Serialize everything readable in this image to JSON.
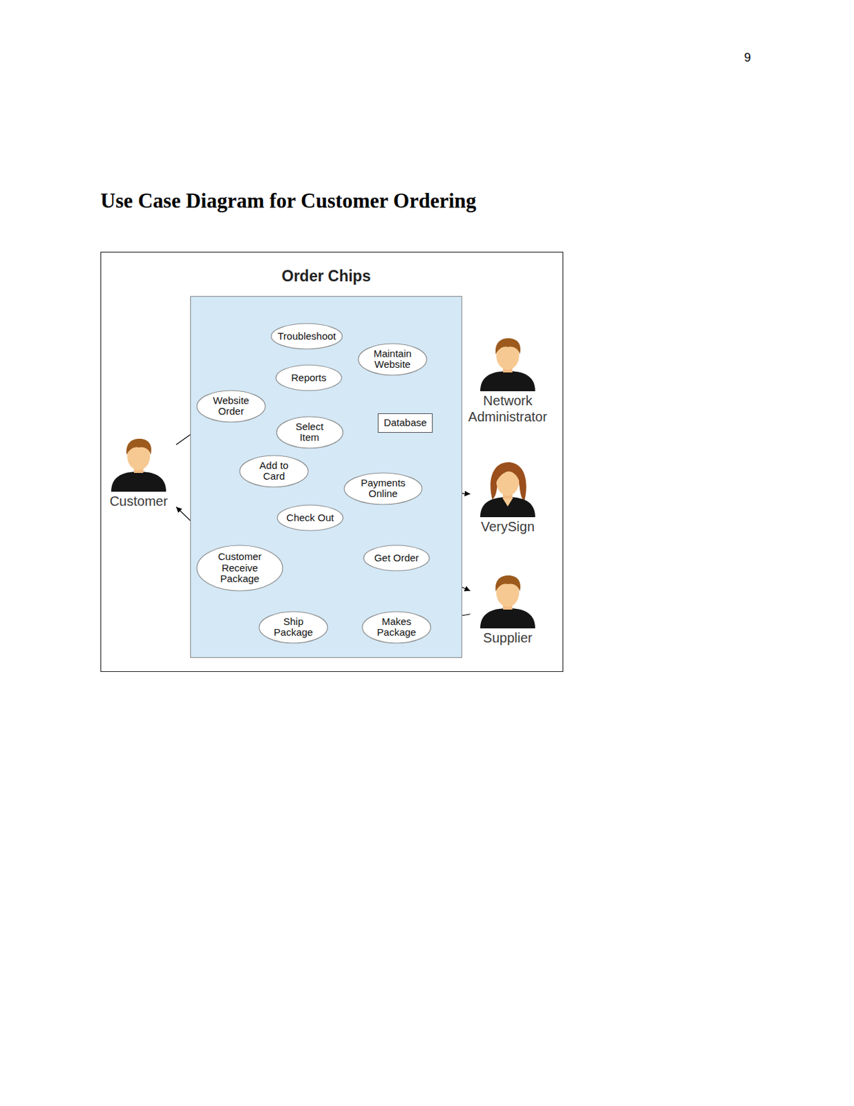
{
  "diagram": {
    "title": "Use Case Diagram for Customer Ordering",
    "nodes": [
      {
        "text": [
          "Order Chips"
        ]
      },
      {
        "text": [
          "Troubleshoot"
        ],
        "in": 0
      },
      {
        "text": [
          "Maintain Website"
        ],
        "in": 0
      },
      {
        "text": [
          "Reports"
        ],
        "in": 0
      },
      {
        "text": [
          "Website Order"
        ],
        "in": 0
      },
      {
        "text": [
          "Select Item"
        ],
        "in": 0
      },
      {
        "text": [
          "Database"
        ],
        "in": 0
      },
      {
        "text": [
          "Add to Card"
        ],
        "in": 0
      },
      {
        "text": [
          "Payments Online"
        ],
        "in": 0
      },
      {
        "text": [
          "Check Out"
        ],
        "in": 0
      },
      {
        "text": [
          "Get Order"
        ],
        "in": 0
      },
      {
        "text": [
          "Customer Receive Package"
        ],
        "in": 0
      },
      {
        "text": [
          "Ship Package"
        ],
        "in": 0
      },
      {
        "text": [
          "Makes Package"
        ],
        "in": 0
      },
      {
        "text": [
          "Network Administrator"
        ]
      },
      {
        "text": [
          "Customer"
        ]
      },
      {
        "text": [
          "VerySign"
        ]
      },
      {
        "text": [
          "Supplier"
        ]
      }
    ],
    "edges": [
      {
        "from": 14,
        "to": 2,
        "arrow": "to"
      },
      {
        "from": 14,
        "to": 6,
        "arrow": "to"
      },
      {
        "from": 2,
        "to": 1,
        "arrow": "to"
      },
      {
        "from": 2,
        "to": 3,
        "arrow": "to"
      },
      {
        "from": 15,
        "to": 4,
        "arrow": "to"
      },
      {
        "from": 4,
        "to": 5,
        "arrow": "to"
      },
      {
        "from": 5,
        "to": 7,
        "arrow": "to"
      },
      {
        "from": 7,
        "to": 9,
        "arrow": "to"
      },
      {
        "from": 9,
        "to": 8,
        "arrow": "to"
      },
      {
        "from": 8,
        "to": 16,
        "arrow": "both"
      },
      {
        "from": 8,
        "to": 10,
        "arrow": "to"
      },
      {
        "from": 10,
        "to": 17,
        "arrow": "to"
      },
      {
        "from": 17,
        "to": 13,
        "arrow": "to"
      },
      {
        "from": 13,
        "to": 12,
        "arrow": "to"
      },
      {
        "from": 12,
        "to": 11,
        "arrow": "to"
      },
      {
        "from": 11,
        "to": 15,
        "arrow": "to"
      }
    ],
    "labels": [
      "9"
    ]
  }
}
